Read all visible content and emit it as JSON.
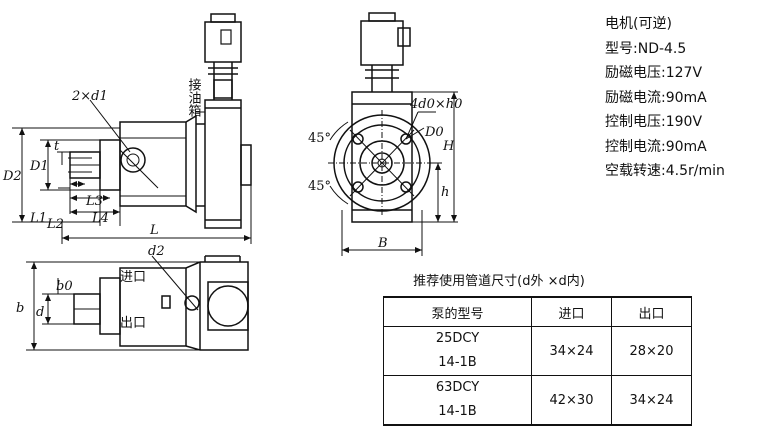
{
  "drawing_labels": {
    "oil_tank": "接油箱",
    "port_in": "进口",
    "port_out": "出口",
    "dim_2xd1": "2×d1",
    "dim_4d0xh0": "4d0×h0",
    "dim_D0": "D0",
    "dim_D2": "D2",
    "dim_D1": "D1",
    "dim_t": "t",
    "dim_L": "L",
    "dim_L1": "L1",
    "dim_L2": "L2",
    "dim_L3": "L3",
    "dim_L4": "L4",
    "dim_d2": "d2",
    "dim_b": "b",
    "dim_b0": "b0",
    "dim_d": "d",
    "dim_B": "B",
    "dim_H": "H",
    "dim_h": "h",
    "angle_top": "45°",
    "angle_bottom": "45°"
  },
  "motor_spec": {
    "title": "电机(可逆)",
    "model": "型号:ND-4.5",
    "excitation_voltage": "励磁电压:127V",
    "excitation_current": "励磁电流:90mA",
    "control_voltage": "控制电压:190V",
    "control_current": "控制电流:90mA",
    "no_load_speed": "空载转速:4.5r/min"
  },
  "pipe_table": {
    "title": "推荐使用管道尺寸(d外 ×d内)",
    "headers": [
      "泵的型号",
      "进口",
      "出口"
    ],
    "rows": [
      {
        "model_line1": "25DCY",
        "model_line2": "14-1B",
        "inlet": "34×24",
        "outlet": "28×20"
      },
      {
        "model_line1": "63DCY",
        "model_line2": "14-1B",
        "inlet": "42×30",
        "outlet": "34×24"
      }
    ]
  }
}
